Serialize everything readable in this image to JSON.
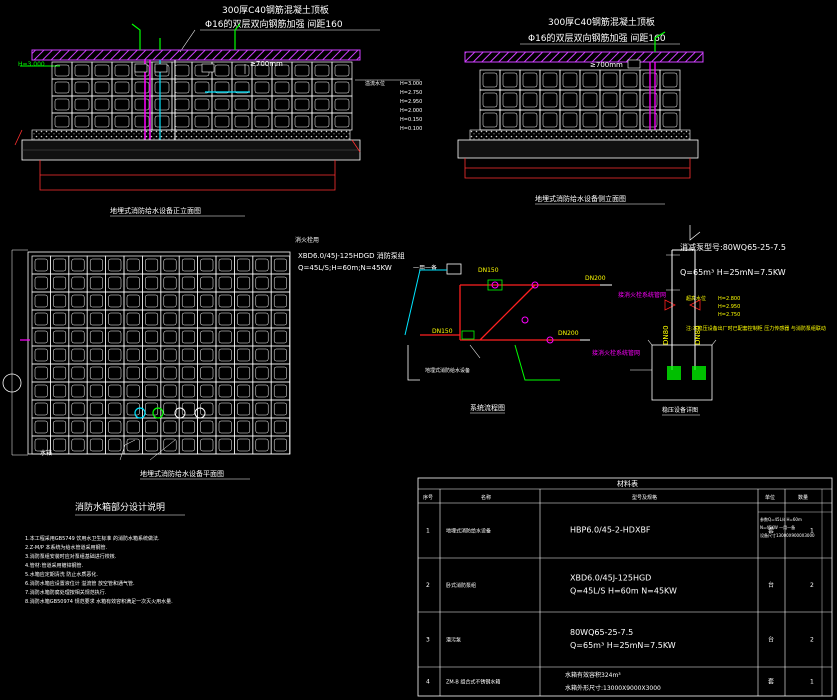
{
  "colors": {
    "background": "#000000",
    "line": "#ffffff",
    "label": "#ffffff",
    "annotation": "#ffff00",
    "pipe_red": "#ff2020",
    "pipe_magenta": "#ff00ff",
    "pipe_cyan": "#00e5ff",
    "pipe_green": "#00ff00",
    "dim_red": "#ff3030",
    "hatch": "#d040ff",
    "table": "#ffffff"
  },
  "front_view": {
    "callout_line1": "300厚C40钢筋混凝土顶板",
    "callout_line2": "Φ16的双层双向钢筋加强 间距160",
    "gap_label": "≥700mm",
    "level_left": "H=3.000",
    "level_list": [
      {
        "name": "溢流水位",
        "value": "H=3.000"
      },
      {
        "name": "",
        "value": "H=2.750"
      },
      {
        "name": "",
        "value": "H=2.950"
      },
      {
        "name": "",
        "value": "H=2.000"
      },
      {
        "name": "",
        "value": "H=0.150"
      },
      {
        "name": "",
        "value": "H=0.100"
      }
    ],
    "caption": "地埋式消防给水设备正立面图"
  },
  "side_view": {
    "callout_line1": "300厚C40钢筋混凝土顶板",
    "callout_line2": "Φ16的双层双向钢筋加强 间距160",
    "gap_label": "≥700mm",
    "caption": "地埋式消防给水设备侧立面图"
  },
  "plan_view": {
    "caption": "地埋式消防给水设备平面图",
    "label_top": "消火栓用",
    "label_bottom": "水箱",
    "rows": 11,
    "cols": 14
  },
  "system_diagram": {
    "pump_spec": "XBD6.0/45J-125HDGD 消防泵组",
    "pump_params": "Q=45L/S;H=60m;N=45KW",
    "pump_note": "一用一备",
    "dn150_top": "DN150",
    "dn150_bottom": "DN150",
    "dn200_top": "DN200",
    "dn200_bottom": "DN200",
    "outlet_top": "接消火栓系统管网",
    "outlet_bottom": "接消火栓系统管网",
    "inlet_note": "地埋式消防给水设备",
    "caption": "系统流程图"
  },
  "stabilizer": {
    "model": "消减泵型号:80WQ65-25-7.5",
    "params": "Q=65m³    H=25mN=7.5KW",
    "levels": [
      {
        "name": "超高水位",
        "value": "H=2.800"
      },
      {
        "name": "",
        "value": "H=2.950"
      },
      {
        "name": "",
        "value": "H=2.750"
      }
    ],
    "note": "注:本稳压设备出厂时已配套控制柜 压力传感器 与消防泵组联动",
    "dn_left": "DN80",
    "dn_right": "DN80",
    "caption": "稳压设备详图"
  },
  "design_notes": {
    "title": "消防水箱部分设计说明",
    "items": [
      "1.本工程采用GB5749 饮用水卫生标准 的消防水箱系统做法.",
      "2.Z-M/P 本系统为给水管道采用钢管.",
      "3.消防泵组安装时应对泵组基础进行校核.",
      "4.管材:管道采用镀锌钢管.",
      "5.水箱应定期清洗 防止水质恶化.",
      "6.消防水箱应设置液位计 溢流管 放空管和通气管.",
      "7.消防水箱防腐处理按相关规范执行.",
      "8.消防水箱GB50974 规范要求 水箱有效容积满足一次灭火用水量."
    ]
  },
  "material_table": {
    "title": "材料表",
    "headers": [
      "序号",
      "名称",
      "型号及规格",
      "单位",
      "数量"
    ],
    "rows": [
      {
        "no": "1",
        "name": "地埋式消防给水设备",
        "spec": "HBP6.0/45-2-HDXBF",
        "unit": "套",
        "qty": "1",
        "note": [
          "参数Q=45L/s H=60m",
          "N=45KW 一用一备",
          "设备尺寸13000X9000X3000"
        ]
      },
      {
        "no": "2",
        "name": "卧式消防泵组",
        "spec": "XBD6.0/45J-125HGD\nQ=45L/S   H=60m   N=45KW",
        "unit": "台",
        "qty": "2",
        "note": []
      },
      {
        "no": "3",
        "name": "潜污泵",
        "spec": "80WQ65-25-7.5\nQ=65m³     H=25mN=7.5KW",
        "unit": "台",
        "qty": "2",
        "note": []
      },
      {
        "no": "4",
        "name": "ZM-B 组合式不锈钢水箱",
        "spec": "水箱有效容积324m³\n水箱外形尺寸:13000X9000X3000",
        "unit": "套",
        "qty": "1",
        "note": []
      }
    ]
  }
}
